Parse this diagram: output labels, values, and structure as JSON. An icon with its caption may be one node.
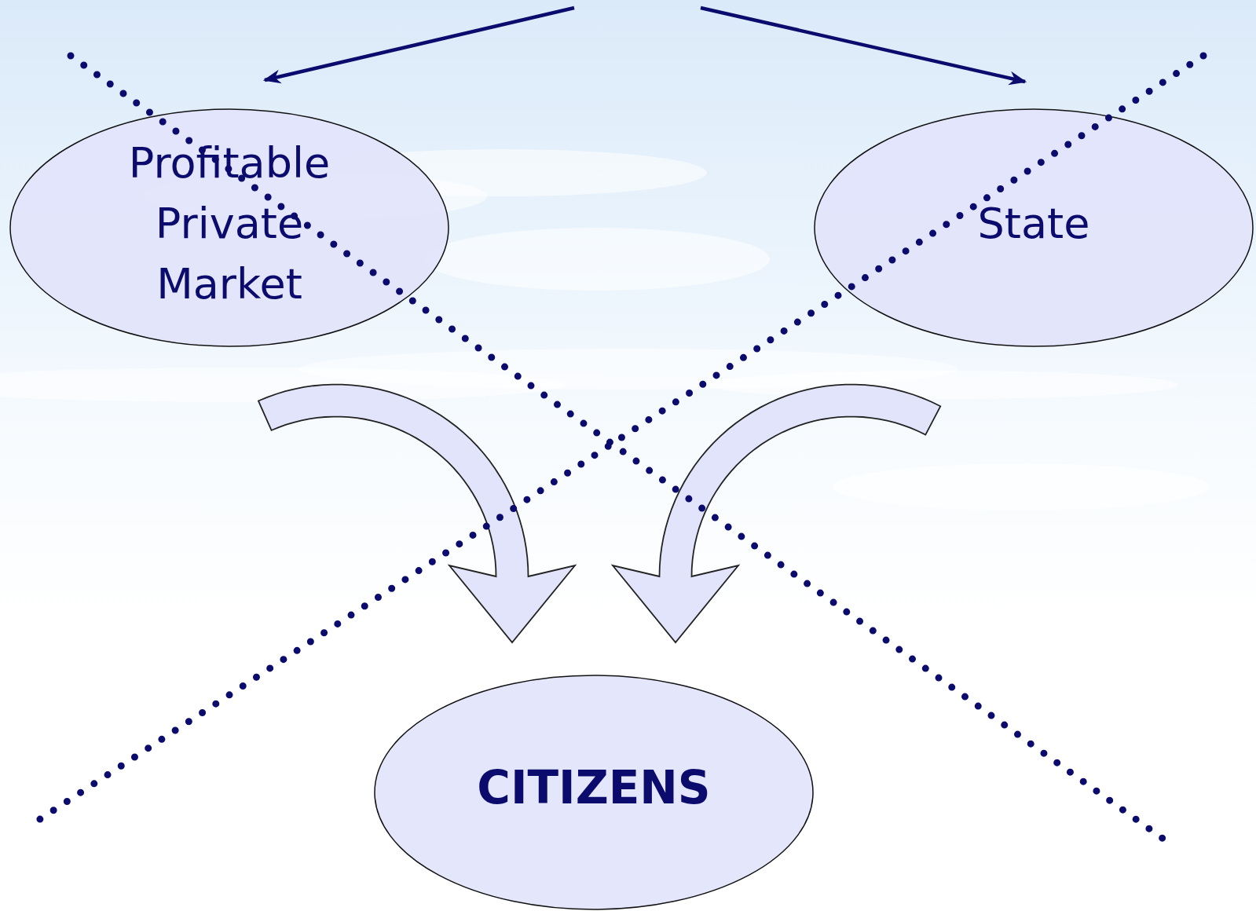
{
  "diagram": {
    "nodes": [
      {
        "text": [
          "Profitable Private Market"
        ]
      },
      {
        "text": [
          "State"
        ]
      },
      {
        "text": [
          "CITIZENS"
        ]
      }
    ],
    "edges": [
      {
        "from": null,
        "to": 0,
        "arrow": "to"
      },
      {
        "from": null,
        "to": 1,
        "arrow": "to"
      },
      {
        "from": 0,
        "to": 2,
        "arrow": "to"
      },
      {
        "from": 1,
        "to": 2,
        "arrow": "to"
      }
    ]
  }
}
